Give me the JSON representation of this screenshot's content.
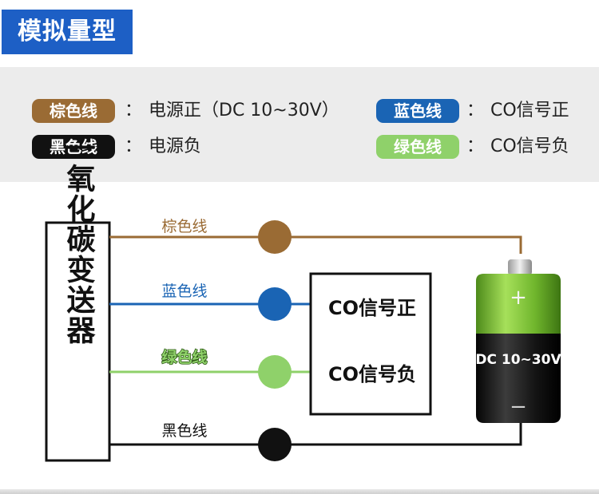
{
  "title": "模拟量型",
  "legend": {
    "brown": {
      "label": "棕色线",
      "desc": "电源正（DC 10~30V）",
      "color": "#9a6b34"
    },
    "black": {
      "label": "黑色线",
      "desc": "电源负",
      "color": "#111111"
    },
    "blue": {
      "label": "蓝色线",
      "desc": "CO信号正",
      "color": "#1a64b4"
    },
    "green": {
      "label": "绿色线",
      "desc": "CO信号负",
      "color": "#8fd16a"
    },
    "colon": "："
  },
  "transmitter": {
    "label": "一氧化碳变送器"
  },
  "wires": {
    "brown": "棕色线",
    "blue": "蓝色线",
    "green": "绿色线",
    "black": "黑色线"
  },
  "signal_box": {
    "positive": "CO信号正",
    "negative": "CO信号负"
  },
  "battery": {
    "label": "DC 10~30V",
    "plus": "+",
    "minus": "−"
  }
}
